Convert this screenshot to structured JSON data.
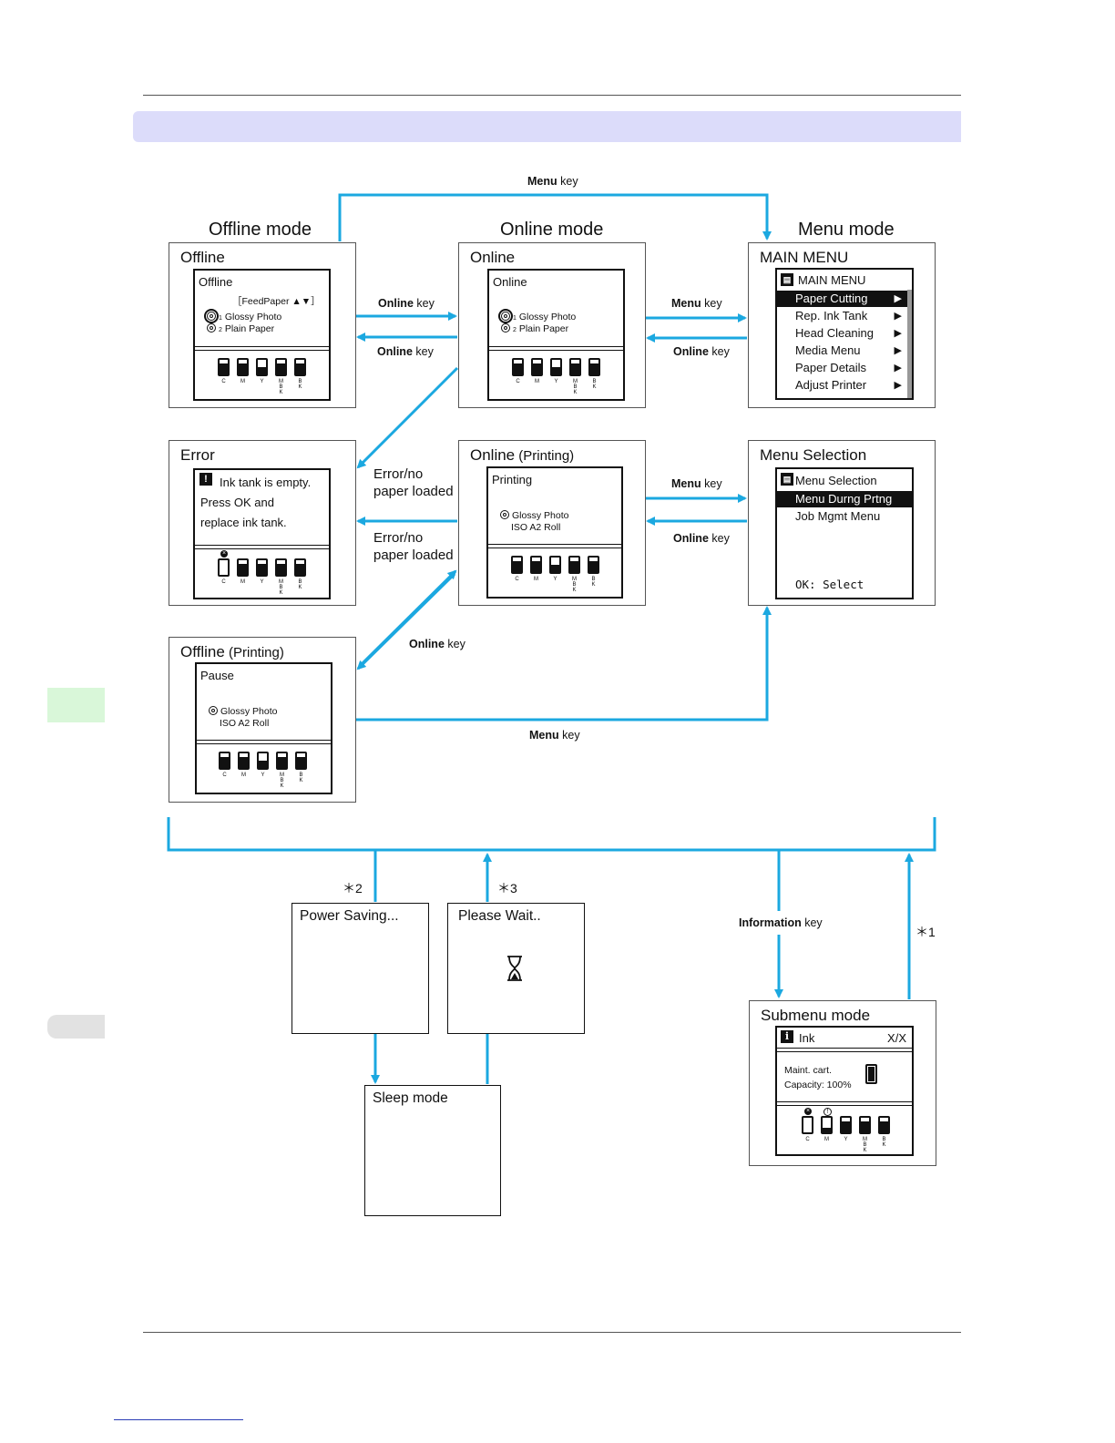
{
  "top_keys": {
    "menu_key_top": {
      "bold": "Menu",
      "rest": " key"
    }
  },
  "modes": {
    "offline": "Offline mode",
    "online": "Online mode",
    "menu": "Menu mode"
  },
  "ink_labels": [
    "C",
    "M",
    "Y",
    "M\nB\nK",
    "B\nK"
  ],
  "panels": {
    "offline": {
      "title": "Offline",
      "lcd_title": "Offline",
      "feed": "［FeedPaper ▲▼］",
      "media1": "Glossy Photo",
      "media2": "Plain Paper",
      "media1_index": "1",
      "media2_index": "2",
      "ink_levels": [
        0.75,
        0.75,
        0.5,
        0.75,
        0.75
      ]
    },
    "online": {
      "title": "Online",
      "lcd_title": "Online",
      "media1": "Glossy Photo",
      "media2": "Plain Paper",
      "media1_index": "1",
      "media2_index": "2",
      "ink_levels": [
        0.75,
        0.75,
        0.5,
        0.75,
        0.75
      ]
    },
    "main_menu": {
      "title": "MAIN MENU",
      "lcd_title": "MAIN MENU",
      "icon": "menu-icon",
      "items": [
        "Paper Cutting",
        "Rep. Ink Tank",
        "Head Cleaning",
        "Media Menu",
        "Paper Details",
        "Adjust Printer"
      ],
      "arrow": "▶"
    },
    "error": {
      "title": "Error",
      "line1": "Ink tank is empty.",
      "line2": "Press OK and",
      "line3": "replace ink tank.",
      "ink_levels": [
        0,
        0.75,
        0.75,
        0.75,
        0.75
      ]
    },
    "online_printing": {
      "title": "Online",
      "title_sub": " (Printing)",
      "lcd_title": "Printing",
      "media1": "Glossy Photo",
      "media2": "ISO A2 Roll",
      "ink_levels": [
        0.75,
        0.75,
        0.5,
        0.75,
        0.75
      ]
    },
    "menu_selection": {
      "title": "Menu Selection",
      "lcd_title": "Menu Selection",
      "items": [
        "Menu Durng Prtng",
        "Job Mgmt Menu"
      ],
      "footer": "OK: Select"
    },
    "offline_printing": {
      "title": "Offline",
      "title_sub": " (Printing)",
      "lcd_title": "Pause",
      "media1": "Glossy Photo",
      "media2": "ISO A2 Roll",
      "ink_levels": [
        0.75,
        0.75,
        0.5,
        0.75,
        0.75
      ]
    },
    "power_saving": {
      "title": "Power Saving..."
    },
    "please_wait": {
      "title": "Please Wait..",
      "icon": "hourglass-icon"
    },
    "sleep": {
      "title": "Sleep mode"
    },
    "submenu": {
      "title": "Submenu mode",
      "lcd_title": "Ink",
      "page": "X/X",
      "line1": "Maint. cart.",
      "line2": "Capacity: 100%",
      "ink_levels": [
        0,
        0.3,
        0.75,
        0.75,
        0.75
      ]
    }
  },
  "keys": {
    "online_key": {
      "bold": "Online",
      "rest": " key"
    },
    "menu_key": {
      "bold": "Menu",
      "rest": " key"
    },
    "information_key": {
      "bold": "Information",
      "rest": " key"
    }
  },
  "notes": {
    "error_no_paper_1": "Error/no",
    "error_no_paper_2": "paper loaded"
  },
  "stars": {
    "s1": "＊1",
    "s2": "＊2",
    "s3": "＊3"
  },
  "colors": {
    "arrow": "#1ba8e0",
    "band": "#dcdcfa",
    "tab": "#d9f7d9"
  }
}
